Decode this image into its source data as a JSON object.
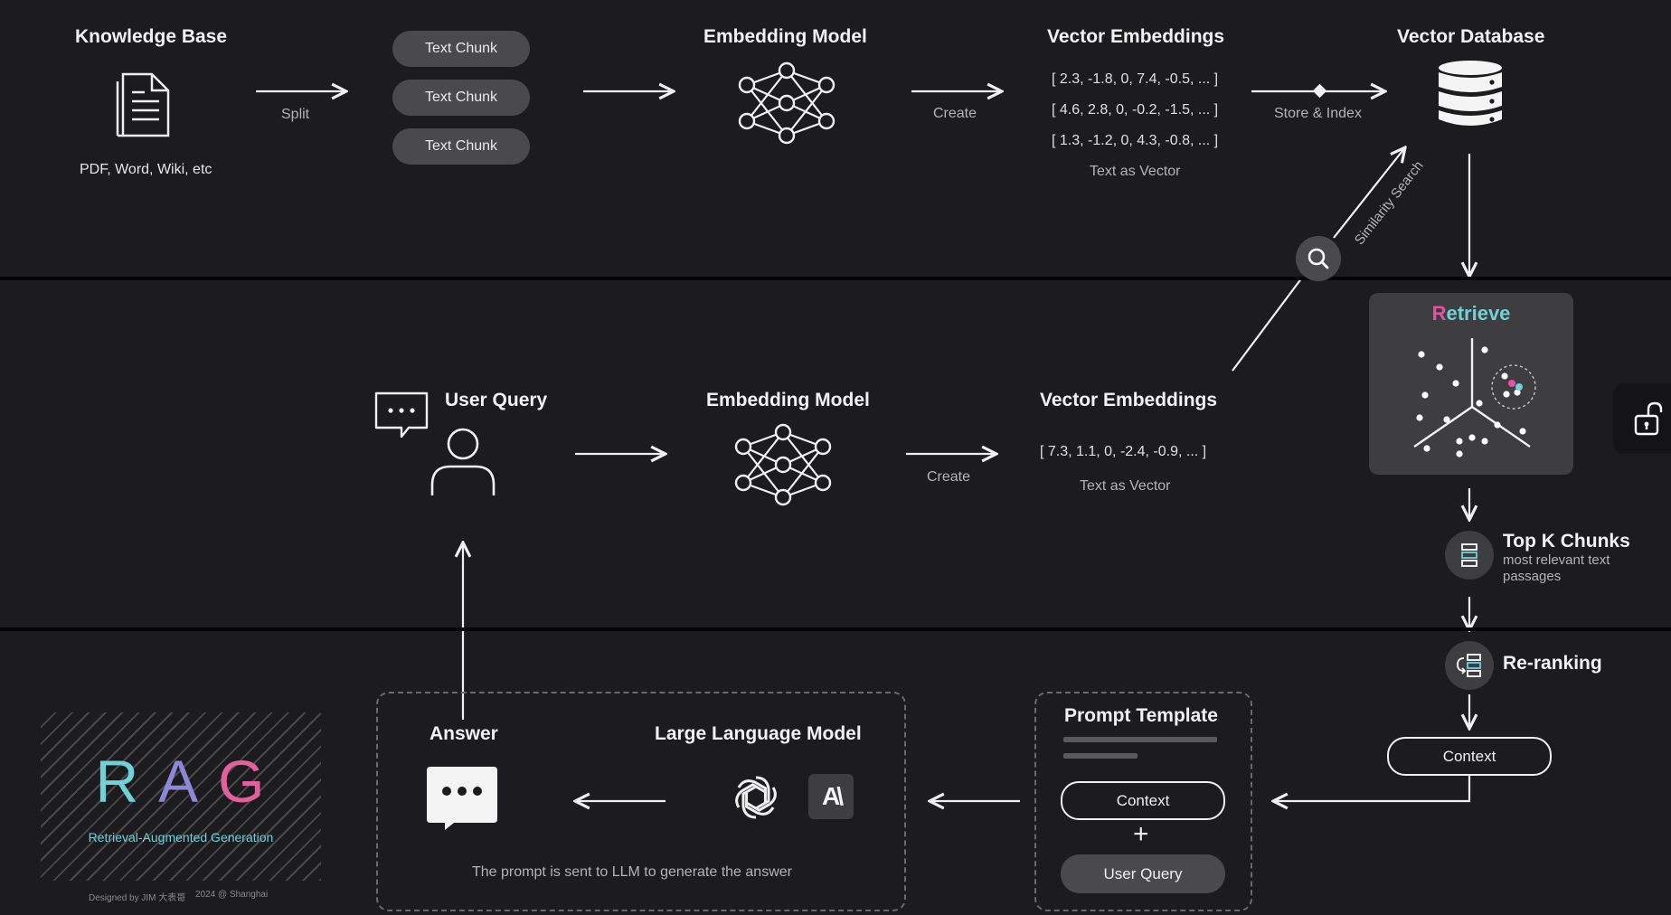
{
  "knowledge_base": {
    "title": "Knowledge Base",
    "caption": "PDF, Word, Wiki, etc",
    "icon": "document-icon"
  },
  "split_label": "Split",
  "chunks": [
    "Text Chunk",
    "Text Chunk",
    "Text Chunk"
  ],
  "embedding_model_top": {
    "title": "Embedding Model",
    "icon": "neural-network-icon"
  },
  "create_label_top": "Create",
  "vector_embeddings_top": {
    "title": "Vector Embeddings",
    "rows": [
      "[ 2.3, -1.8, 0, 7.4, -0.5, ... ]",
      "[ 4.6, 2.8, 0, -0.2, -1.5, ... ]",
      "[ 1.3, -1.2, 0, 4.3, -0.8, ... ]"
    ],
    "caption": "Text as Vector"
  },
  "store_label": "Store & Index",
  "vector_database": {
    "title": "Vector Database",
    "icon": "database-icon"
  },
  "similarity_search_label": "Similarity Search",
  "retrieve": {
    "first_letter": "R",
    "rest": "etrieve"
  },
  "user_query": {
    "title": "User Query",
    "icons": [
      "chat-bubble-icon",
      "user-icon"
    ]
  },
  "embedding_model_mid": {
    "title": "Embedding Model"
  },
  "create_label_mid": "Create",
  "vector_embeddings_mid": {
    "title": "Vector Embeddings",
    "row": "[ 7.3, 1.1, 0, -2.4, -0.9, ... ]",
    "caption": "Text as Vector"
  },
  "top_k": {
    "title": "Top K Chunks",
    "line1": "most relevant text",
    "line2": "passages"
  },
  "reranking": {
    "title": "Re-ranking"
  },
  "context_label": "Context",
  "prompt_template": {
    "title": "Prompt Template",
    "context": "Context",
    "plus": "+",
    "user_query": "User Query"
  },
  "answer": {
    "title": "Answer"
  },
  "llm": {
    "title": "Large Language Model",
    "icons": [
      "openai-icon",
      "anthropic-icon"
    ],
    "anthropic_glyph": "A\\"
  },
  "llm_caption": "The prompt is sent to LLM to generate the answer",
  "rag_logo": {
    "letters": [
      "R",
      "A",
      "G"
    ],
    "subtitle": "Retrieval-Augmented Generation",
    "credit": "Designed by JIM 大表哥",
    "year": "2024 @ Shanghai"
  },
  "colors": {
    "background": "#1c1c1e",
    "retrieve_pink": "#e84fa7",
    "retrieve_teal": "#6fd2d9",
    "rag_g": "#e2609e"
  }
}
